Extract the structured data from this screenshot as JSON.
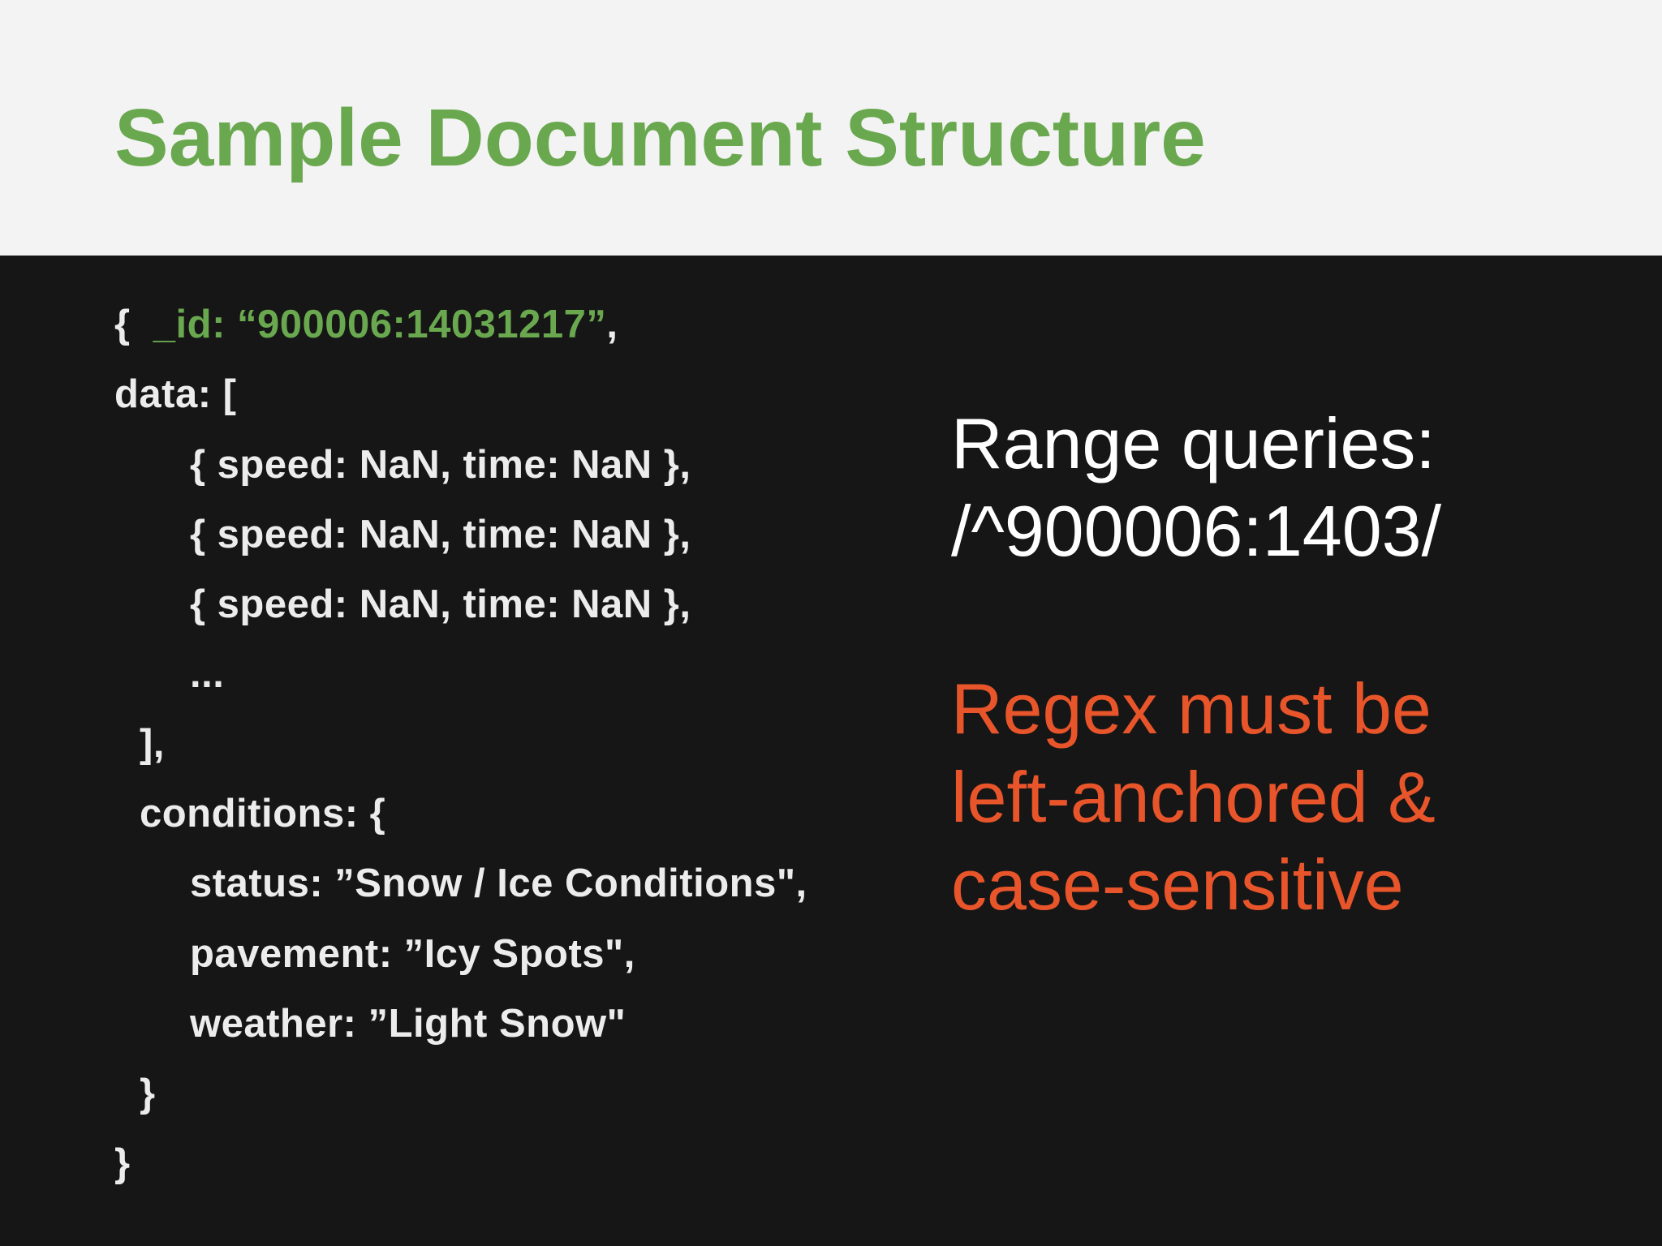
{
  "slide": {
    "title": "Sample Document Structure"
  },
  "code": {
    "line1_open": "{  ",
    "line1_id": "_id: “900006:14031217”",
    "line1_comma": ",",
    "line2": "data: [",
    "line3": "{ speed: NaN, time: NaN },",
    "line4": "{ speed: NaN, time: NaN },",
    "line5": "{ speed: NaN, time: NaN },",
    "line6": "...",
    "line7": "],",
    "line8": "conditions: {",
    "line9": "status: ”Snow / Ice Conditions\",",
    "line10": "pavement: ”Icy Spots\",",
    "line11": "weather: ”Light Snow\"",
    "line12": "}",
    "line13": "}"
  },
  "notes": {
    "range_line1": "Range queries:",
    "range_line2": "/^900006:1403/",
    "regex_line1": "Regex must be",
    "regex_line2": "left-anchored &",
    "regex_line3": "case-sensitive"
  },
  "colors": {
    "accent_green": "#6aa84f",
    "accent_orange": "#e8552a",
    "background_dark": "#161617",
    "header_light": "#f3f3f3"
  }
}
